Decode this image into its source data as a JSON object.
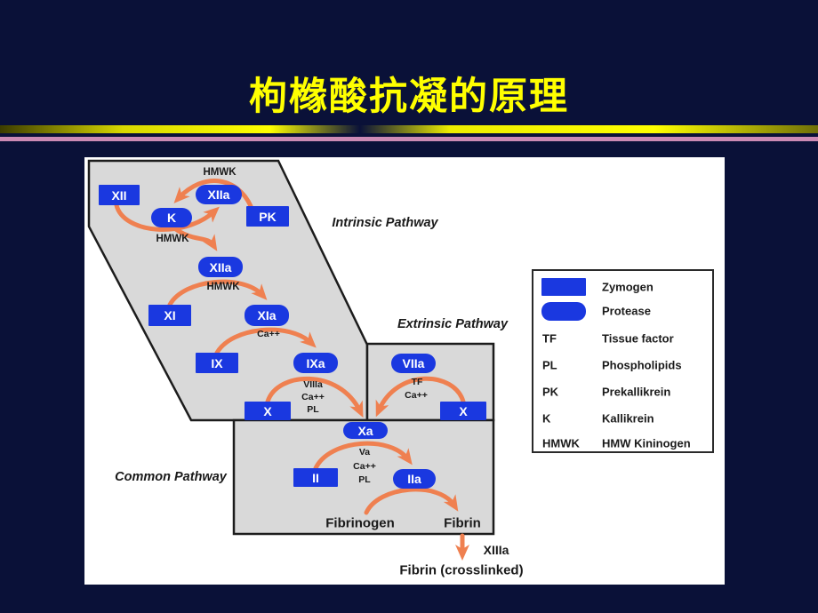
{
  "title": "枸橼酸抗凝的原理",
  "diagram": {
    "pathway_labels": {
      "intrinsic": "Intrinsic Pathway",
      "extrinsic": "Extrinsic Pathway",
      "common": "Common Pathway"
    },
    "factors": {
      "xii": "XII",
      "xiia_upper": "XIIa",
      "k": "K",
      "pk": "PK",
      "xiia_lower": "XIIa",
      "xi": "XI",
      "xia": "XIa",
      "ix": "IX",
      "ixa": "IXa",
      "viia": "VIIa",
      "x_intrinsic": "X",
      "x_extrinsic": "X",
      "xa": "Xa",
      "ii": "II",
      "iia": "IIa"
    },
    "cofactor_labels": {
      "hmwk_top": "HMWK",
      "hmwk_mid": "HMWK",
      "hmwk_lower": "HMWK",
      "ca_xia": "Ca++",
      "viiia": "VIIIa",
      "ca_ixa": "Ca++",
      "pl_ixa": "PL",
      "tf": "TF",
      "ca_viia": "Ca++",
      "va": "Va",
      "ca_xa": "Ca++",
      "pl_xa": "PL"
    },
    "fibrin_labels": {
      "fibrinogen": "Fibrinogen",
      "fibrin": "Fibrin",
      "xiiia": "XIIIa",
      "crosslinked": "Fibrin (crosslinked)"
    },
    "legend": {
      "zymogen": "Zymogen",
      "protease": "Protease",
      "rows": [
        {
          "abbr": "TF",
          "label": "Tissue factor"
        },
        {
          "abbr": "PL",
          "label": "Phospholipids"
        },
        {
          "abbr": "PK",
          "label": "Prekallikrein"
        },
        {
          "abbr": "K",
          "label": "Kallikrein"
        },
        {
          "abbr": "HMWK",
          "label": "HMW Kininogen"
        }
      ]
    }
  },
  "colors": {
    "slide_background": "#0a1138",
    "title_text": "#ffff00",
    "separator_yellow": "#ffff00",
    "separator_pink": "#cc8ab4",
    "factor_blue": "#1a38e0",
    "arrow_orange": "#ef8050",
    "region_gray": "#d9d9d9"
  }
}
